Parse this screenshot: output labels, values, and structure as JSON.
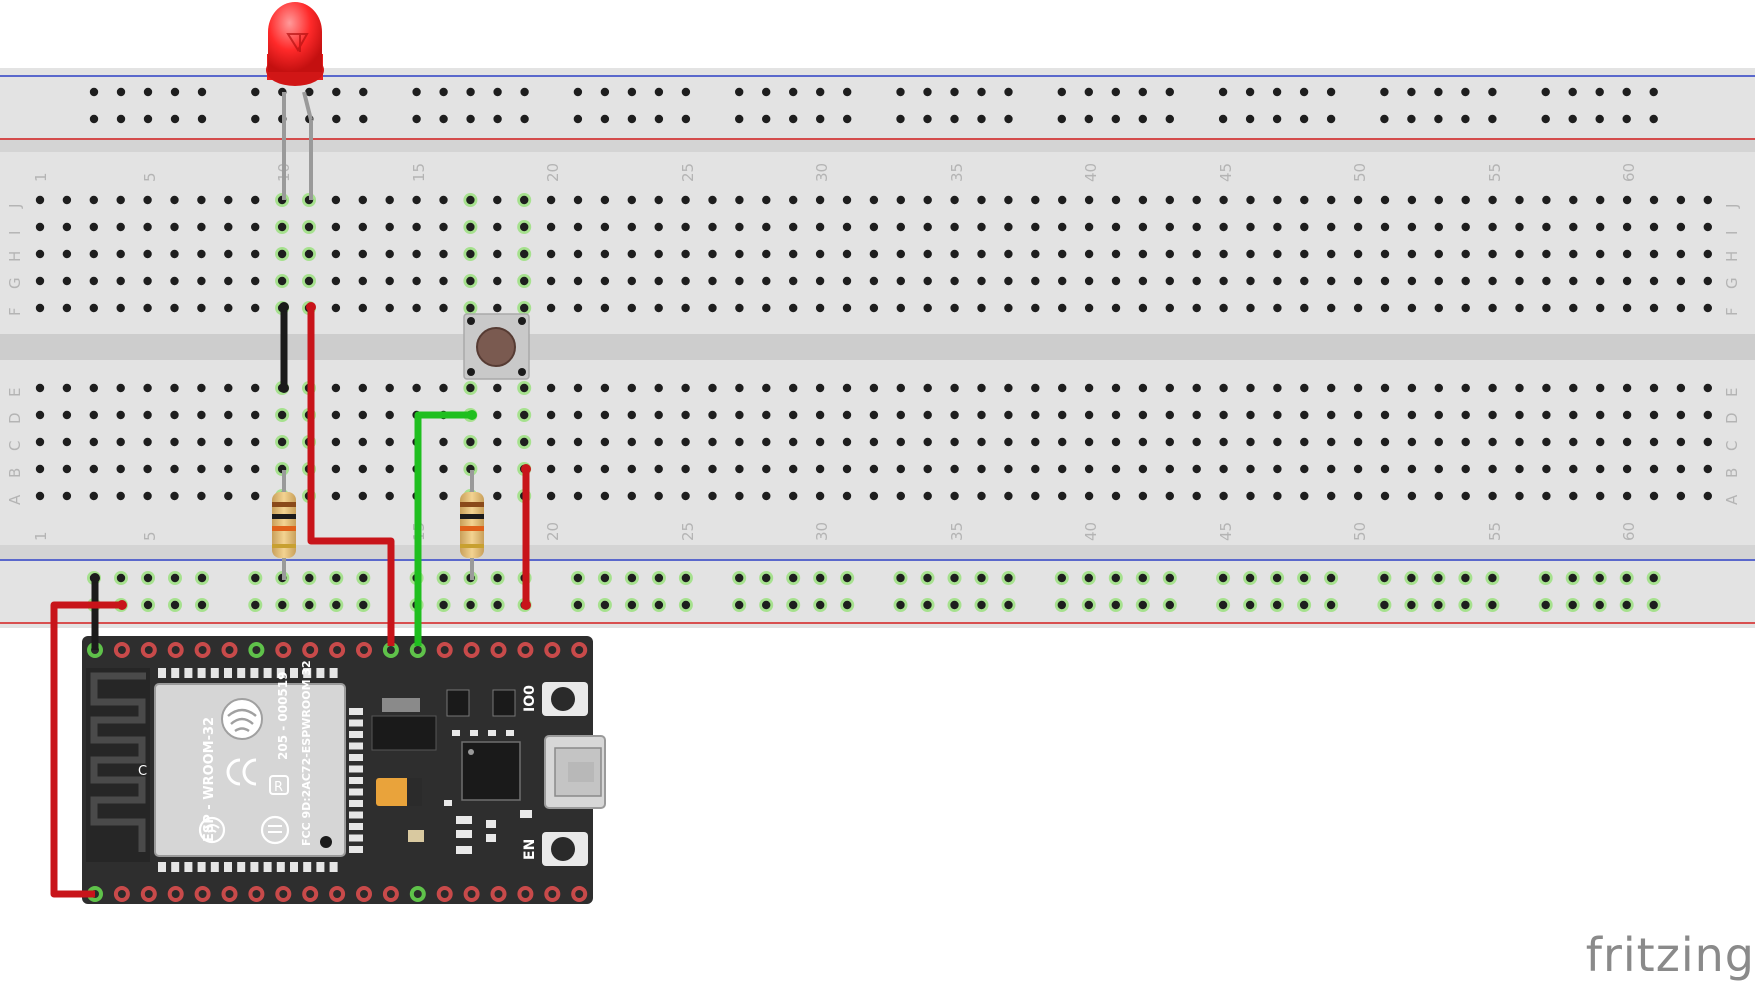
{
  "breadboard": {
    "column_numbers": [
      "1",
      "5",
      "10",
      "15",
      "20",
      "25",
      "30",
      "35",
      "40",
      "45",
      "50",
      "55",
      "60"
    ],
    "row_letters_top": [
      "J",
      "I",
      "H",
      "G",
      "F"
    ],
    "row_letters_bottom": [
      "E",
      "D",
      "C",
      "B",
      "A"
    ]
  },
  "esp32": {
    "module_texts": [
      "ESP - WROOM-32",
      "205 - 000519",
      "FCC 9D:2AC72-ESPWROOM 32",
      "C"
    ],
    "button_labels": [
      "IO0",
      "EN"
    ]
  },
  "watermark": "fritzing",
  "colors": {
    "board": "#e3e3e3",
    "rail_red": "#d41f1f",
    "rail_blue": "#2d3fc4",
    "wire_red": "#c8141a",
    "wire_green": "#1fbf1f",
    "wire_black": "#1b1b1b",
    "esp_pcb": "#2e2e2e",
    "led": "#ff2828"
  }
}
